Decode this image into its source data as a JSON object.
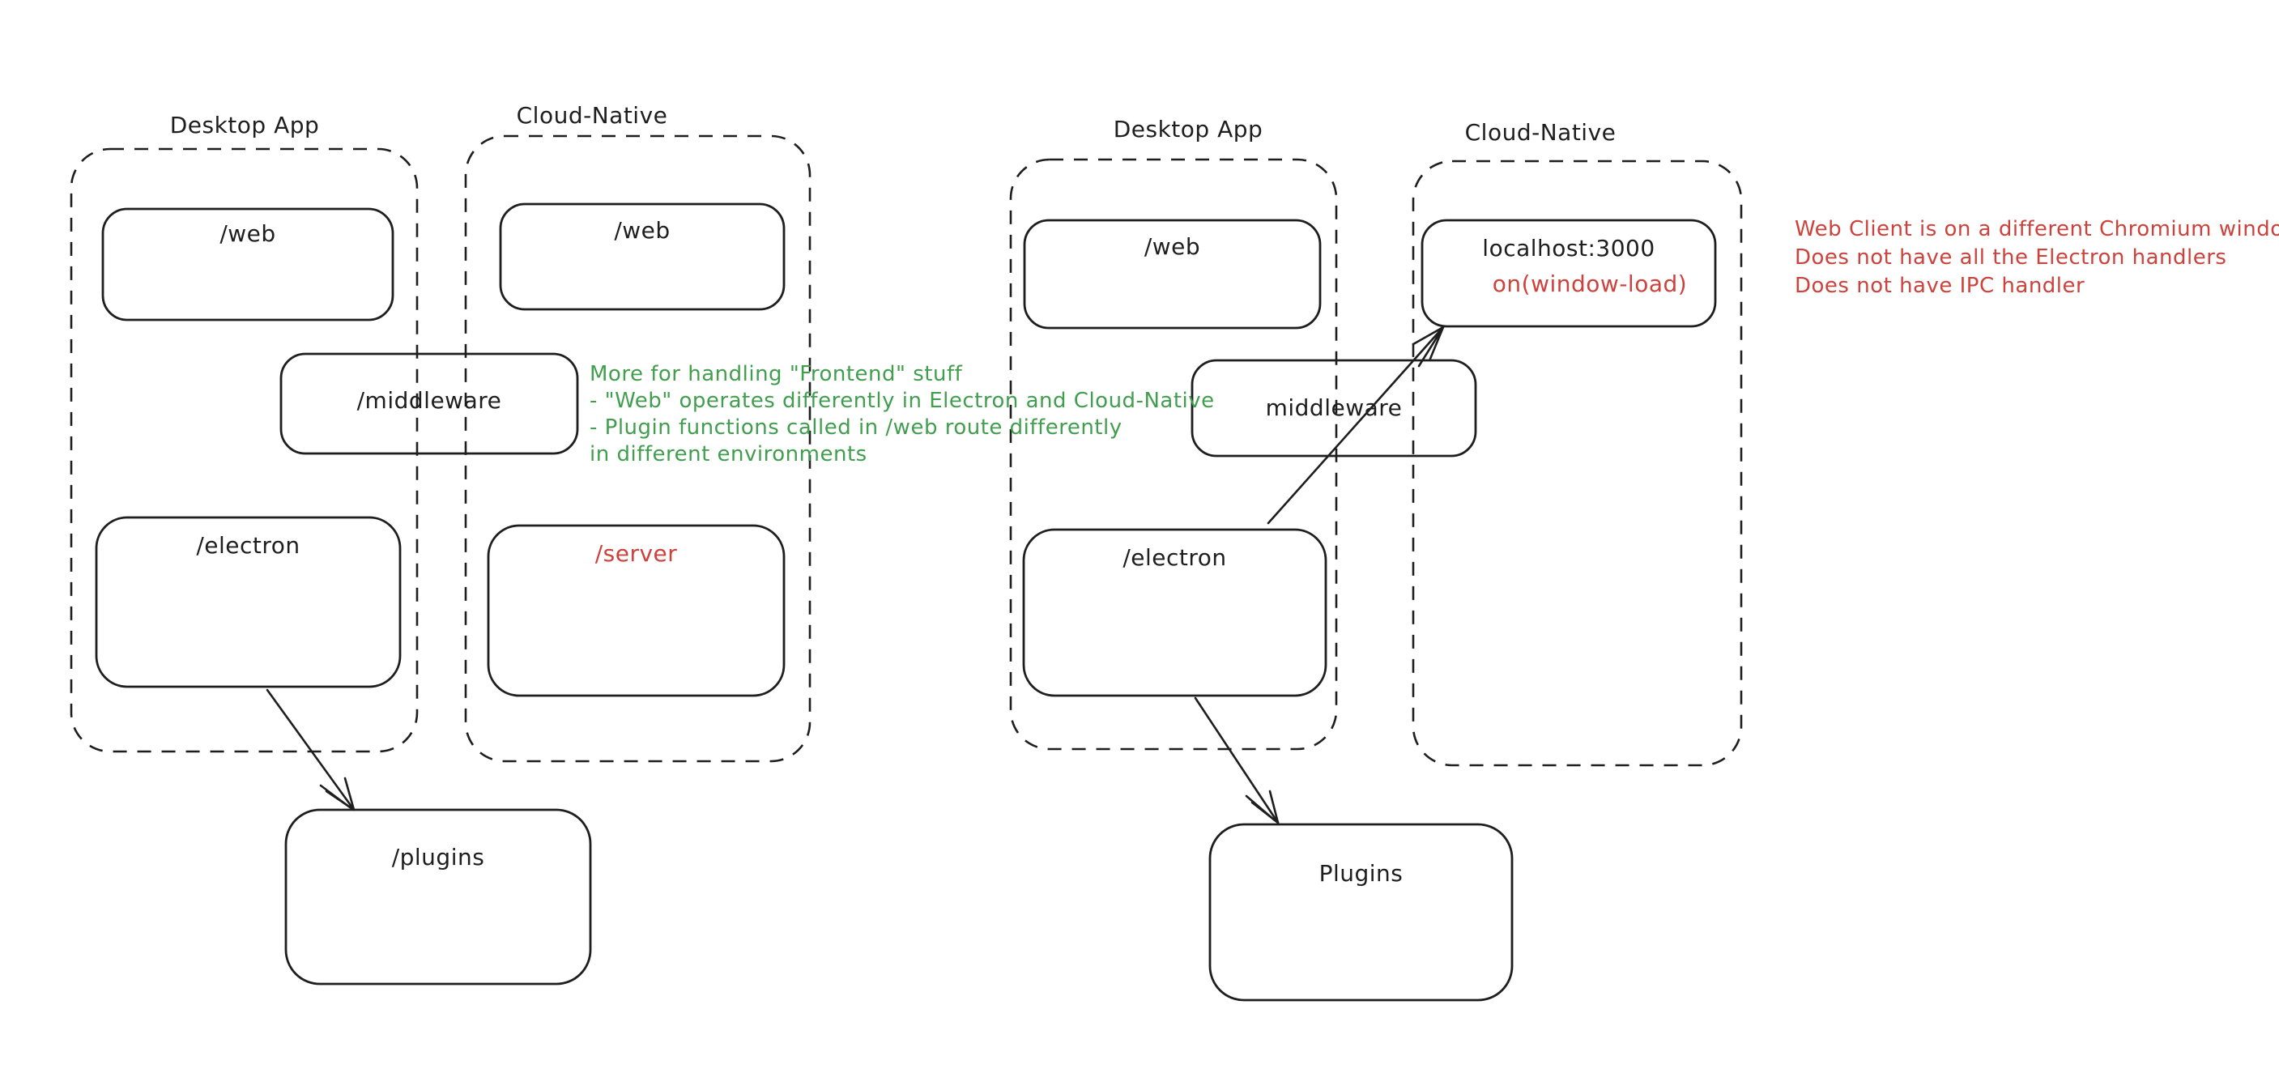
{
  "colors": {
    "ink": "#1e1e1e",
    "red": "#cd423c",
    "green": "#429e4f",
    "background": "#ffffff"
  },
  "left_diagram": {
    "desktop": {
      "title": "Desktop App",
      "web_label": "/web",
      "electron_label": "/electron"
    },
    "cloud": {
      "title": "Cloud-Native",
      "web_label": "/web",
      "server_label": "/server"
    },
    "middleware_label": "/middleware",
    "plugins_label": "/plugins"
  },
  "right_diagram": {
    "desktop": {
      "title": "Desktop App",
      "web_label": "/web",
      "electron_label": "/electron"
    },
    "cloud": {
      "title": "Cloud-Native",
      "localhost_label": "localhost:3000",
      "window_load_label": "on(window-load)"
    },
    "middleware_label": "middleware",
    "plugins_label": "Plugins"
  },
  "green_note": {
    "lines": [
      "More for handling \"Frontend\" stuff",
      "- \"Web\" operates differently in Electron and Cloud-Native",
      "- Plugin functions called in /web route differently",
      "in different environments"
    ]
  },
  "red_note": {
    "lines": [
      "Web Client is on a different Chromium window",
      "Does not have all the Electron handlers",
      "Does not have IPC handler"
    ]
  }
}
